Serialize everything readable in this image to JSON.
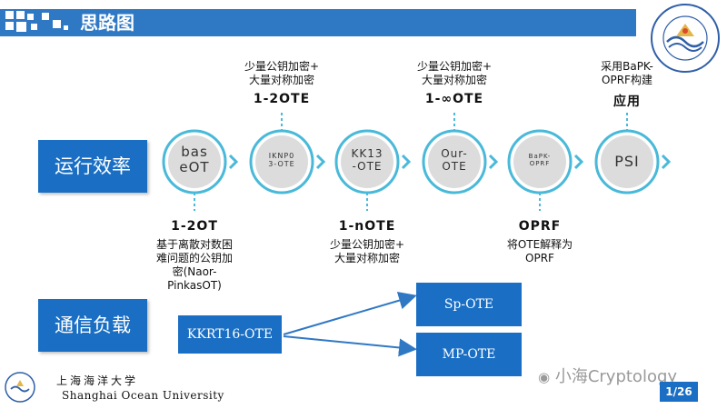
{
  "header": {
    "title": "思路图"
  },
  "categories": {
    "efficiency": "运行效率",
    "communication": "通信负载"
  },
  "nodes": [
    {
      "line1": "bas",
      "line2": "eOT"
    },
    {
      "line1": "IKNP0",
      "line2": "3-OTE"
    },
    {
      "line1": "KK13",
      "line2": "-OTE"
    },
    {
      "line1": "Our-",
      "line2": "OTE"
    },
    {
      "line1": "BaPK-",
      "line2": "OPRF"
    },
    {
      "line1": "PSI",
      "line2": ""
    }
  ],
  "top_notes": {
    "iknp": {
      "l1": "少量公钥加密+",
      "l2": "大量对称加密",
      "title": "1-2OTE"
    },
    "our": {
      "l1": "少量公钥加密+",
      "l2": "大量对称加密",
      "title": "1-∞OTE"
    },
    "psi": {
      "l1": "采用BaPK-",
      "l2": "OPRF构建",
      "title": "应用"
    }
  },
  "bottom_notes": {
    "base": {
      "title": "1-2OT",
      "l1": "基于离散对数困",
      "l2": "难问题的公钥加",
      "l3": "密(Naor-",
      "l4": "PinkasOT)"
    },
    "kk13": {
      "title": "1-nOTE",
      "l1": "少量公钥加密+",
      "l2": "大量对称加密"
    },
    "oprf": {
      "title": "OPRF",
      "l1": "将OTE解释为",
      "l2": "OPRF"
    }
  },
  "comm": {
    "source": "KKRT16-OTE",
    "target1": "Sp-OTE",
    "target2": "MP-OTE"
  },
  "footer": {
    "university_cn": "上海海洋大学",
    "university_en": "Shanghai  Ocean  University",
    "watermark": "小海Cryptology",
    "page": "1/26"
  },
  "colors": {
    "primary": "#1a6fc4",
    "header": "#2f78c4",
    "ring": "#49b9d9",
    "node_fill": "#dcdcdc"
  }
}
